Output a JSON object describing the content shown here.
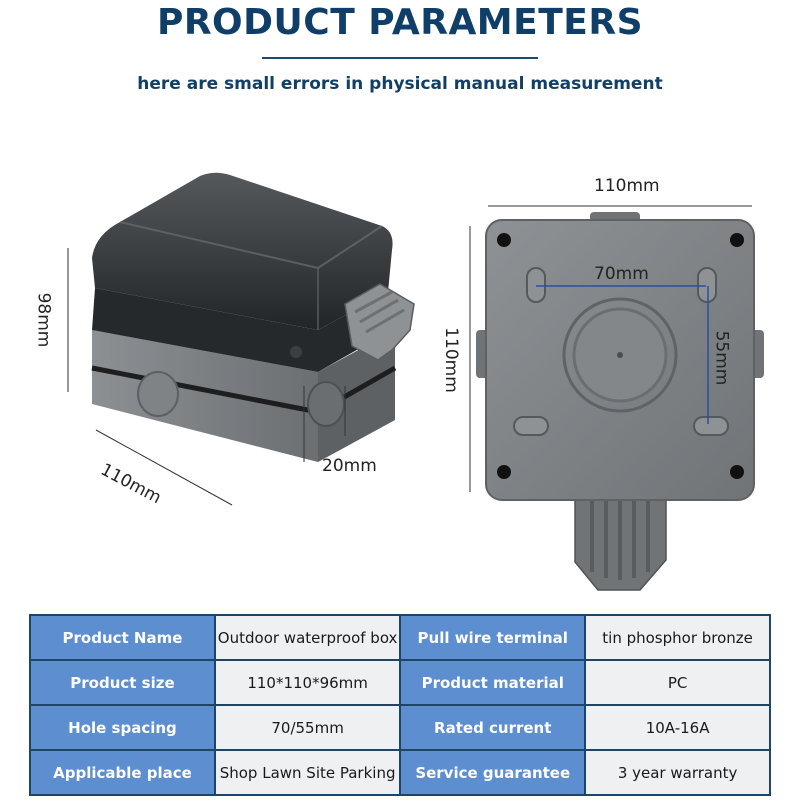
{
  "header": {
    "title": "PRODUCT PARAMETERS",
    "subtitle": "here are small errors in physical manual measurement"
  },
  "dimensions": {
    "left_height": "98mm",
    "left_width": "110mm",
    "left_depth": "20mm",
    "right_width": "110mm",
    "right_height": "110mm",
    "hole_horizontal": "70mm",
    "hole_vertical": "55mm"
  },
  "parameters": [
    {
      "label": "Product Name",
      "value": "Outdoor waterproof box",
      "label2": "Pull wire terminal",
      "value2": "tin phosphor bronze"
    },
    {
      "label": "Product size",
      "value": "110*110*96mm",
      "label2": "Product material",
      "value2": "PC"
    },
    {
      "label": "Hole spacing",
      "value": "70/55mm",
      "label2": "Rated current",
      "value2": "10A-16A"
    },
    {
      "label": "Applicable place",
      "value": "Shop Lawn Site Parking",
      "label2": "Service guarantee",
      "value2": "3 year warranty"
    }
  ],
  "colors": {
    "title": "#0f3f68",
    "table_header": "#5d8ed0",
    "table_border": "#1f4566",
    "table_cell": "#eef0f2",
    "box_body": "#7b7f82",
    "lid": "#2f3336"
  }
}
